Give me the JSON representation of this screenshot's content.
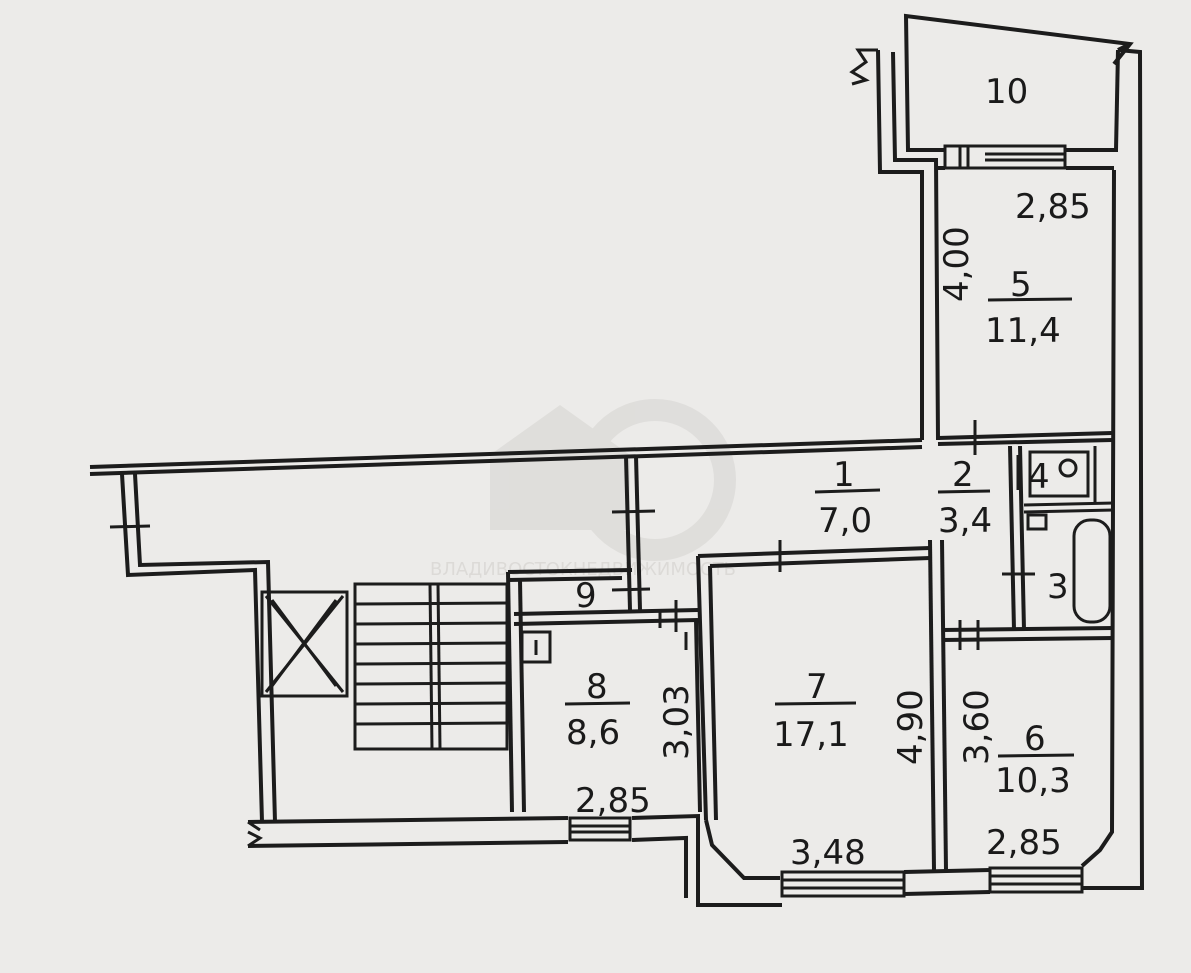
{
  "rooms": [
    {
      "number": "1",
      "area": "7,0"
    },
    {
      "number": "2",
      "area": "3,4"
    },
    {
      "number": "3"
    },
    {
      "number": "4"
    },
    {
      "number": "5",
      "area": "11,4"
    },
    {
      "number": "6",
      "area": "10,3"
    },
    {
      "number": "7",
      "area": "17,1"
    },
    {
      "number": "8",
      "area": "8,6"
    },
    {
      "number": "9"
    },
    {
      "number": "10"
    }
  ],
  "dimensions": {
    "room5_width": "2,85",
    "room5_length": "4,00",
    "room8_width": "2,85",
    "room8_length": "3,03",
    "room7_width": "3,48",
    "room7_length": "4,90",
    "room6_width": "2,85",
    "room6_length": "3,60"
  },
  "watermark": "ВЛАДИВОСТОКНЕДВИЖИМОСТЬ",
  "colors": {
    "paper": "#ecebe9",
    "ink": "#1c1c1c",
    "watermark": "#d8d6d3"
  }
}
